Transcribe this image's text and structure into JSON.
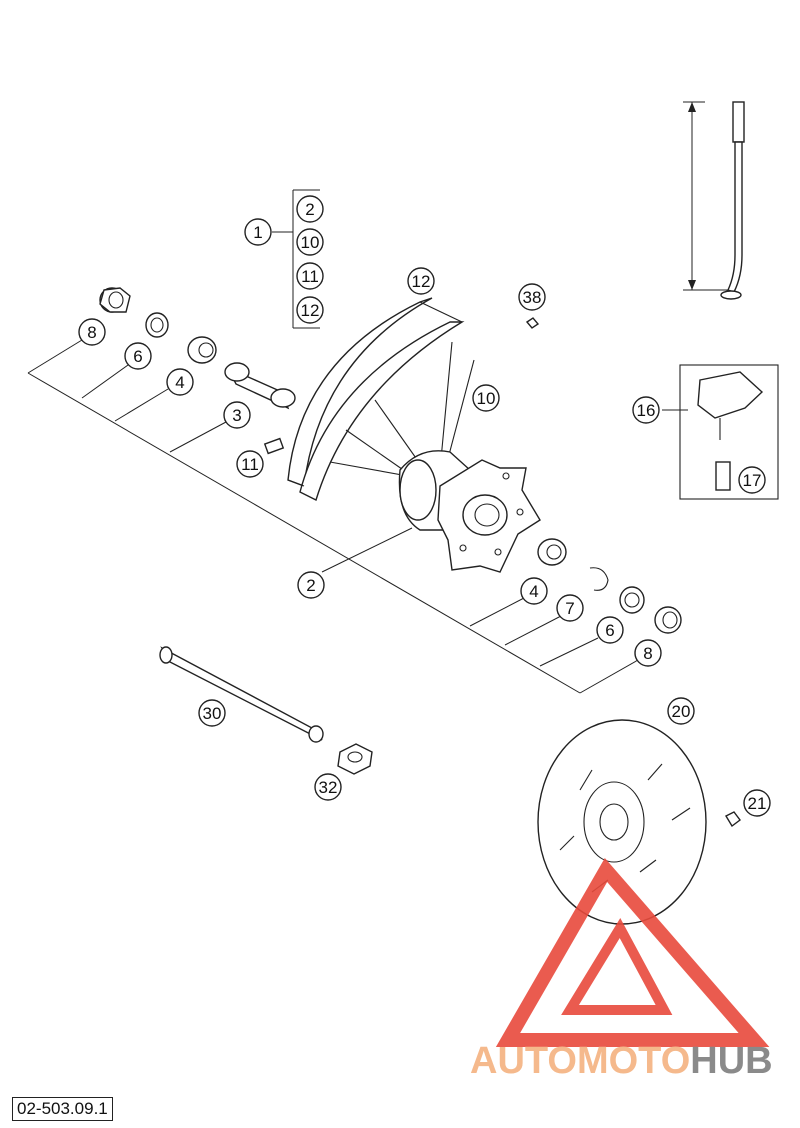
{
  "diagram": {
    "code": "02-503.09.1",
    "callouts": {
      "c1": "1",
      "c2a": "2",
      "c10a": "10",
      "c11a": "11",
      "c12a": "12",
      "c12": "12",
      "c38": "38",
      "c8a": "8",
      "c6a": "6",
      "c4a": "4",
      "c3": "3",
      "c10": "10",
      "c11": "11",
      "c2": "2",
      "c16": "16",
      "c17": "17",
      "c4b": "4",
      "c7": "7",
      "c6b": "6",
      "c8b": "8",
      "c30": "30",
      "c32": "32",
      "c20": "20",
      "c21": "21"
    }
  },
  "watermark": {
    "part1": "AUTOMOTO",
    "part2": "HUB",
    "colors": {
      "red": "#e84a3c",
      "orange": "#f5b98c",
      "gray": "#8a8a8a"
    }
  }
}
